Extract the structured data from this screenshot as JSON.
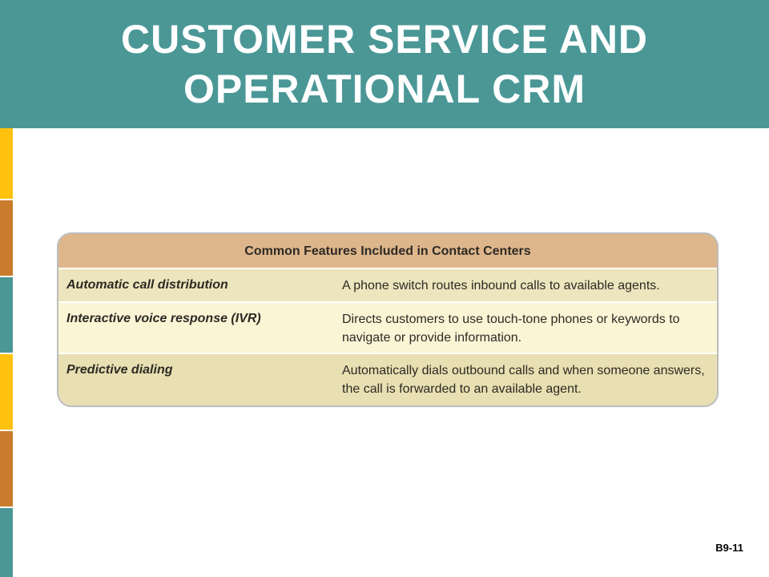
{
  "slide": {
    "title_line1": "CUSTOMER SERVICE AND",
    "title_line2": "OPERATIONAL CRM",
    "page_number": "B9-11"
  },
  "table": {
    "header": "Common Features Included in Contact Centers",
    "rows": [
      {
        "feature": "Automatic call distribution",
        "description": "A phone switch routes inbound calls to available agents."
      },
      {
        "feature": "Interactive voice response (IVR)",
        "description": "Directs customers to use touch-tone phones or keywords to navigate or provide information."
      },
      {
        "feature": "Predictive dialing",
        "description": "Automatically dials outbound calls and when someone answers, the call is forwarded to an available agent."
      }
    ]
  },
  "colors": {
    "header_band": "#4a9796",
    "sidebar_yellow": "#ffc20e",
    "sidebar_orange": "#c97c2c",
    "sidebar_teal": "#4a9796",
    "table_header": "#deb68c",
    "table_row": "#e8dfb2",
    "table_row_light": "#fbf5d6"
  }
}
